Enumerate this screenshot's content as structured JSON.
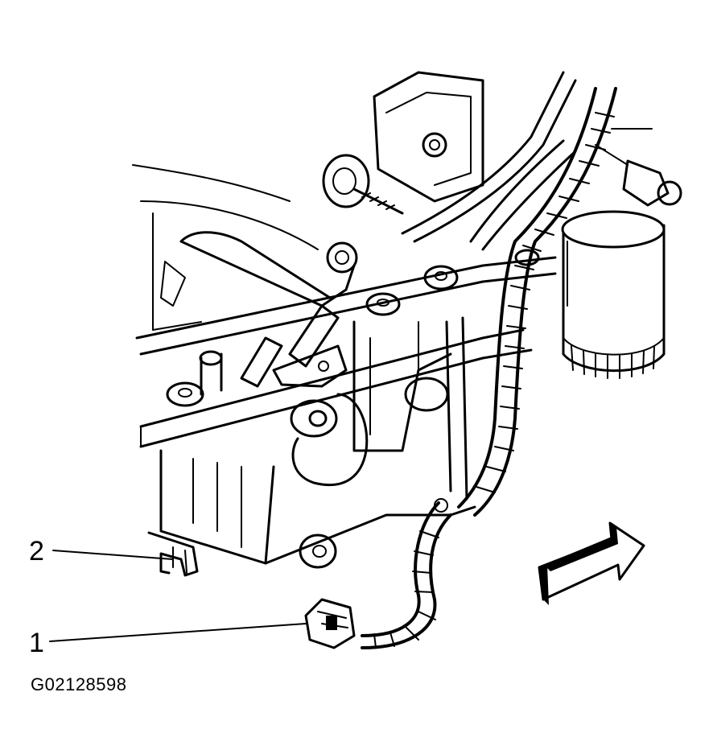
{
  "diagram": {
    "callouts": [
      {
        "label": "1",
        "points_to": "sensor-connector"
      },
      {
        "label": "2",
        "points_to": "mounting-bracket"
      }
    ],
    "figure_id": "G02128598",
    "colors": {
      "line": "#000000",
      "background": "#ffffff"
    }
  }
}
